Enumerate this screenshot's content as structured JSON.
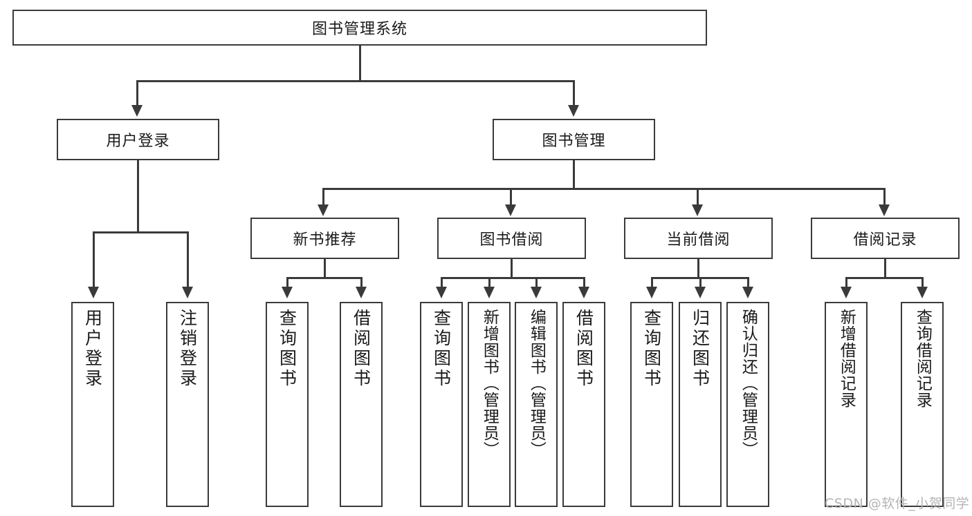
{
  "diagram": {
    "type": "tree",
    "title": "图书管理系统",
    "root": {
      "label": "图书管理系统"
    },
    "level2": [
      {
        "label": "用户登录"
      },
      {
        "label": "图书管理"
      }
    ],
    "level3": [
      {
        "label": "新书推荐"
      },
      {
        "label": "图书借阅"
      },
      {
        "label": "当前借阅"
      },
      {
        "label": "借阅记录"
      }
    ],
    "leaves": {
      "user_login": [
        {
          "label": "用户登录"
        },
        {
          "label": "注销登录"
        }
      ],
      "new_book_recommend": [
        {
          "label": "查询图书"
        },
        {
          "label": "借阅图书"
        }
      ],
      "book_borrow": [
        {
          "label": "查询图书"
        },
        {
          "label": "新增图书（管理员）"
        },
        {
          "label": "编辑图书（管理员）"
        },
        {
          "label": "借阅图书"
        }
      ],
      "current_borrow": [
        {
          "label": "查询图书"
        },
        {
          "label": "归还图书"
        },
        {
          "label": "确认归还（管理员）"
        }
      ],
      "borrow_record": [
        {
          "label": "新增借阅记录"
        },
        {
          "label": "查询借阅记录"
        }
      ]
    }
  },
  "watermark": {
    "text": "CSDN @软件_小贺同学"
  },
  "colors": {
    "stroke": "#3a3a3a",
    "text": "#1a1a1a",
    "background": "#ffffff",
    "watermark": "#b4b4b4"
  }
}
